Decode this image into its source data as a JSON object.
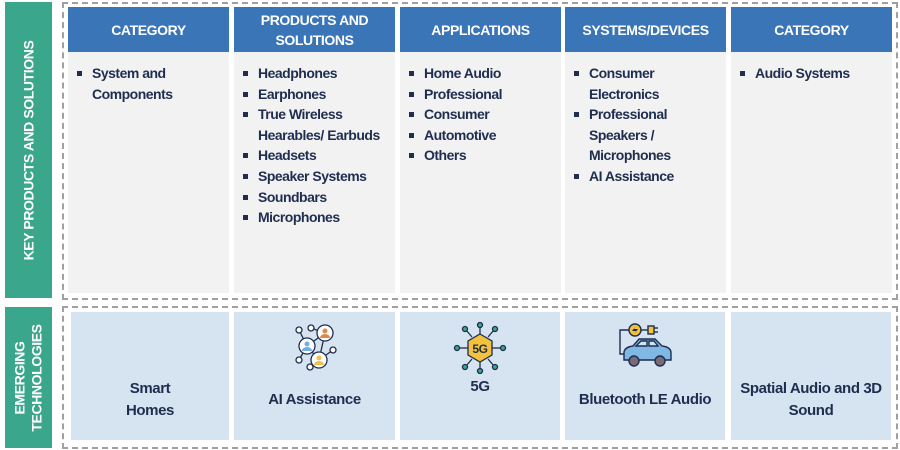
{
  "side_labels": {
    "top": "KEY PRODUCTS AND SOLUTIONS",
    "bottom_line1": "EMERGING",
    "bottom_line2": "TECHNOLOGIES"
  },
  "columns": [
    {
      "header": "CATEGORY",
      "items": [
        "System and Components"
      ]
    },
    {
      "header": "PRODUCTS AND SOLUTIONS",
      "items": [
        "Headphones",
        "Earphones",
        "True Wireless Hearables/ Earbuds",
        "Headsets",
        "Speaker Systems",
        "Soundbars",
        "Microphones"
      ]
    },
    {
      "header": "APPLICATIONS",
      "items": [
        "Home Audio",
        "Professional",
        "Consumer",
        "Automotive",
        "Others"
      ]
    },
    {
      "header": "SYSTEMS/DEVICES",
      "items": [
        "Consumer Electronics",
        "Professional Speakers / Microphones",
        "AI Assistance"
      ]
    },
    {
      "header": "CATEGORY",
      "items": [
        "Audio Systems"
      ]
    }
  ],
  "technologies": [
    {
      "label": "Smart Homes",
      "icon": "none"
    },
    {
      "label": "AI Assistance",
      "icon": "network-people-icon"
    },
    {
      "label": "5G",
      "icon": "5g-chip-icon"
    },
    {
      "label": "Bluetooth LE Audio",
      "icon": "electric-car-icon"
    },
    {
      "label": "Spatial Audio and 3D Sound",
      "icon": "none"
    }
  ],
  "colors": {
    "header": "#3a75b8",
    "side": "#3aa68b",
    "cell": "#d6e3f0",
    "body": "#f2f2f2"
  }
}
